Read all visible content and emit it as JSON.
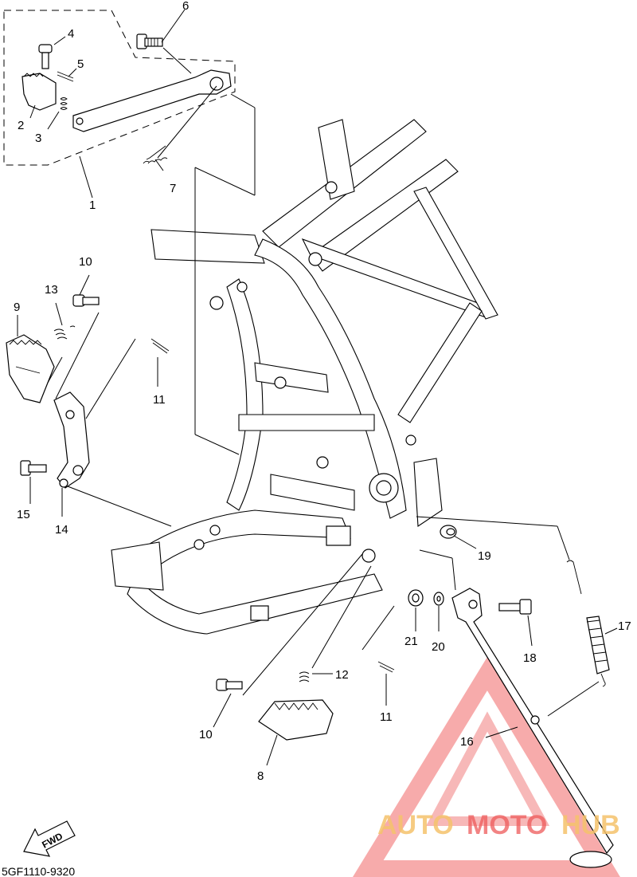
{
  "diagram_code": "5GF1110-9320",
  "direction_label": "FWD",
  "watermark": {
    "text_part1": "AUTO",
    "text_part2": "MOTO",
    "text_part3": "HUB",
    "color_orange": "#f5c26b",
    "color_red": "#ee5a5a"
  },
  "callouts": {
    "c1": "1",
    "c2": "2",
    "c3": "3",
    "c4": "4",
    "c5": "5",
    "c6": "6",
    "c7": "7",
    "c8": "8",
    "c9": "9",
    "c10a": "10",
    "c10b": "10",
    "c11a": "11",
    "c11b": "11",
    "c12": "12",
    "c13": "13",
    "c14": "14",
    "c15": "15",
    "c16": "16",
    "c17": "17",
    "c18": "18",
    "c19": "19",
    "c20": "20",
    "c21": "21"
  }
}
